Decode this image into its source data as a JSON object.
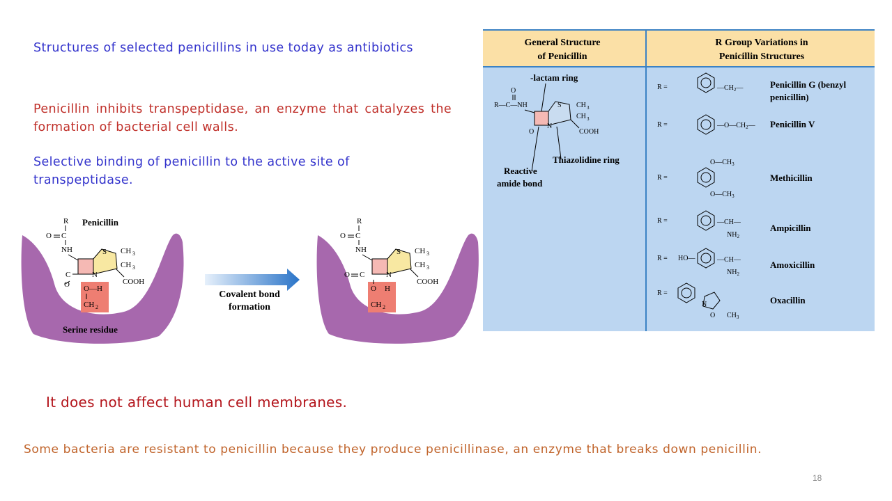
{
  "text": {
    "intro": "Structures of selected penicillins in use today as antibiotics",
    "inhibits": "Penicillin inhibits transpeptidase, an enzyme that catalyzes the formation of bacterial cell walls.",
    "binding": "Selective binding of penicillin to the active site of transpeptidase.",
    "no_effect": "It does not affect human cell membranes.",
    "resistance": "Some bacteria are resistant to penicillin because they produce penicillinase, an enzyme that breaks down penicillin.",
    "page_number": "18"
  },
  "diagram": {
    "left_title": "Penicillin",
    "serine_label": "Serine residue",
    "arrow_line1": "Covalent bond",
    "arrow_line2": "formation",
    "colors": {
      "pocket": "#a768ad",
      "beta_ring": "#f5b9b4",
      "thiazolidine_ring": "#f8e8a2",
      "serine": "#ee7e72",
      "arrow": "#2a74c8"
    }
  },
  "table": {
    "header_left_1": "General Structure",
    "header_left_2": "of Penicillin",
    "header_right_1": "R Group Variations in",
    "header_right_2": "Penicillin Structures",
    "lactam_label": "-lactam ring",
    "thiazolidine_label": "Thiazolidine ring",
    "reactive_1": "Reactive",
    "reactive_2": "amide bond",
    "r_prefix": "R =",
    "rows": [
      {
        "name_1": "Penicillin G (benzyl",
        "name_2": "penicillin)"
      },
      {
        "name_1": "Penicillin V",
        "name_2": ""
      },
      {
        "name_1": "Methicillin",
        "name_2": ""
      },
      {
        "name_1": "Ampicillin",
        "name_2": ""
      },
      {
        "name_1": "Amoxicillin",
        "name_2": ""
      },
      {
        "name_1": "Oxacillin",
        "name_2": ""
      }
    ],
    "colors": {
      "header": "#fbe0a6",
      "body": "#bcd6f1",
      "rule": "#3b82c4"
    }
  }
}
